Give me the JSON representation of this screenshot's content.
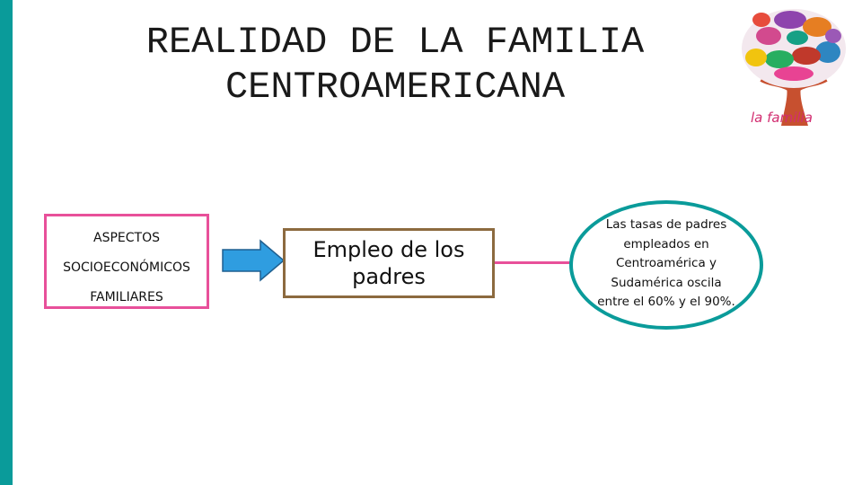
{
  "title": {
    "line1": "REALIDAD DE LA FAMILIA",
    "line2": "CENTROAMERICANA"
  },
  "logo": {
    "text": "la familia",
    "icon": "family-tree-icon"
  },
  "aspectos_box": {
    "line1": "ASPECTOS",
    "line2": "SOCIOECONÓMICOS",
    "line3": "FAMILIARES"
  },
  "empleo_box": {
    "line1": "Empleo de los",
    "line2": "padres"
  },
  "circle": {
    "line1": "Las tasas de padres",
    "line2": "empleados en",
    "line3": "Centroamérica y",
    "line4": "Sudamérica oscila",
    "line5": "entre el 60% y el 90%."
  },
  "colors": {
    "accent_teal": "#0a9b9a",
    "pink": "#e8509a",
    "brown": "#8c6a3f",
    "arrow_blue": "#2f9de0"
  }
}
